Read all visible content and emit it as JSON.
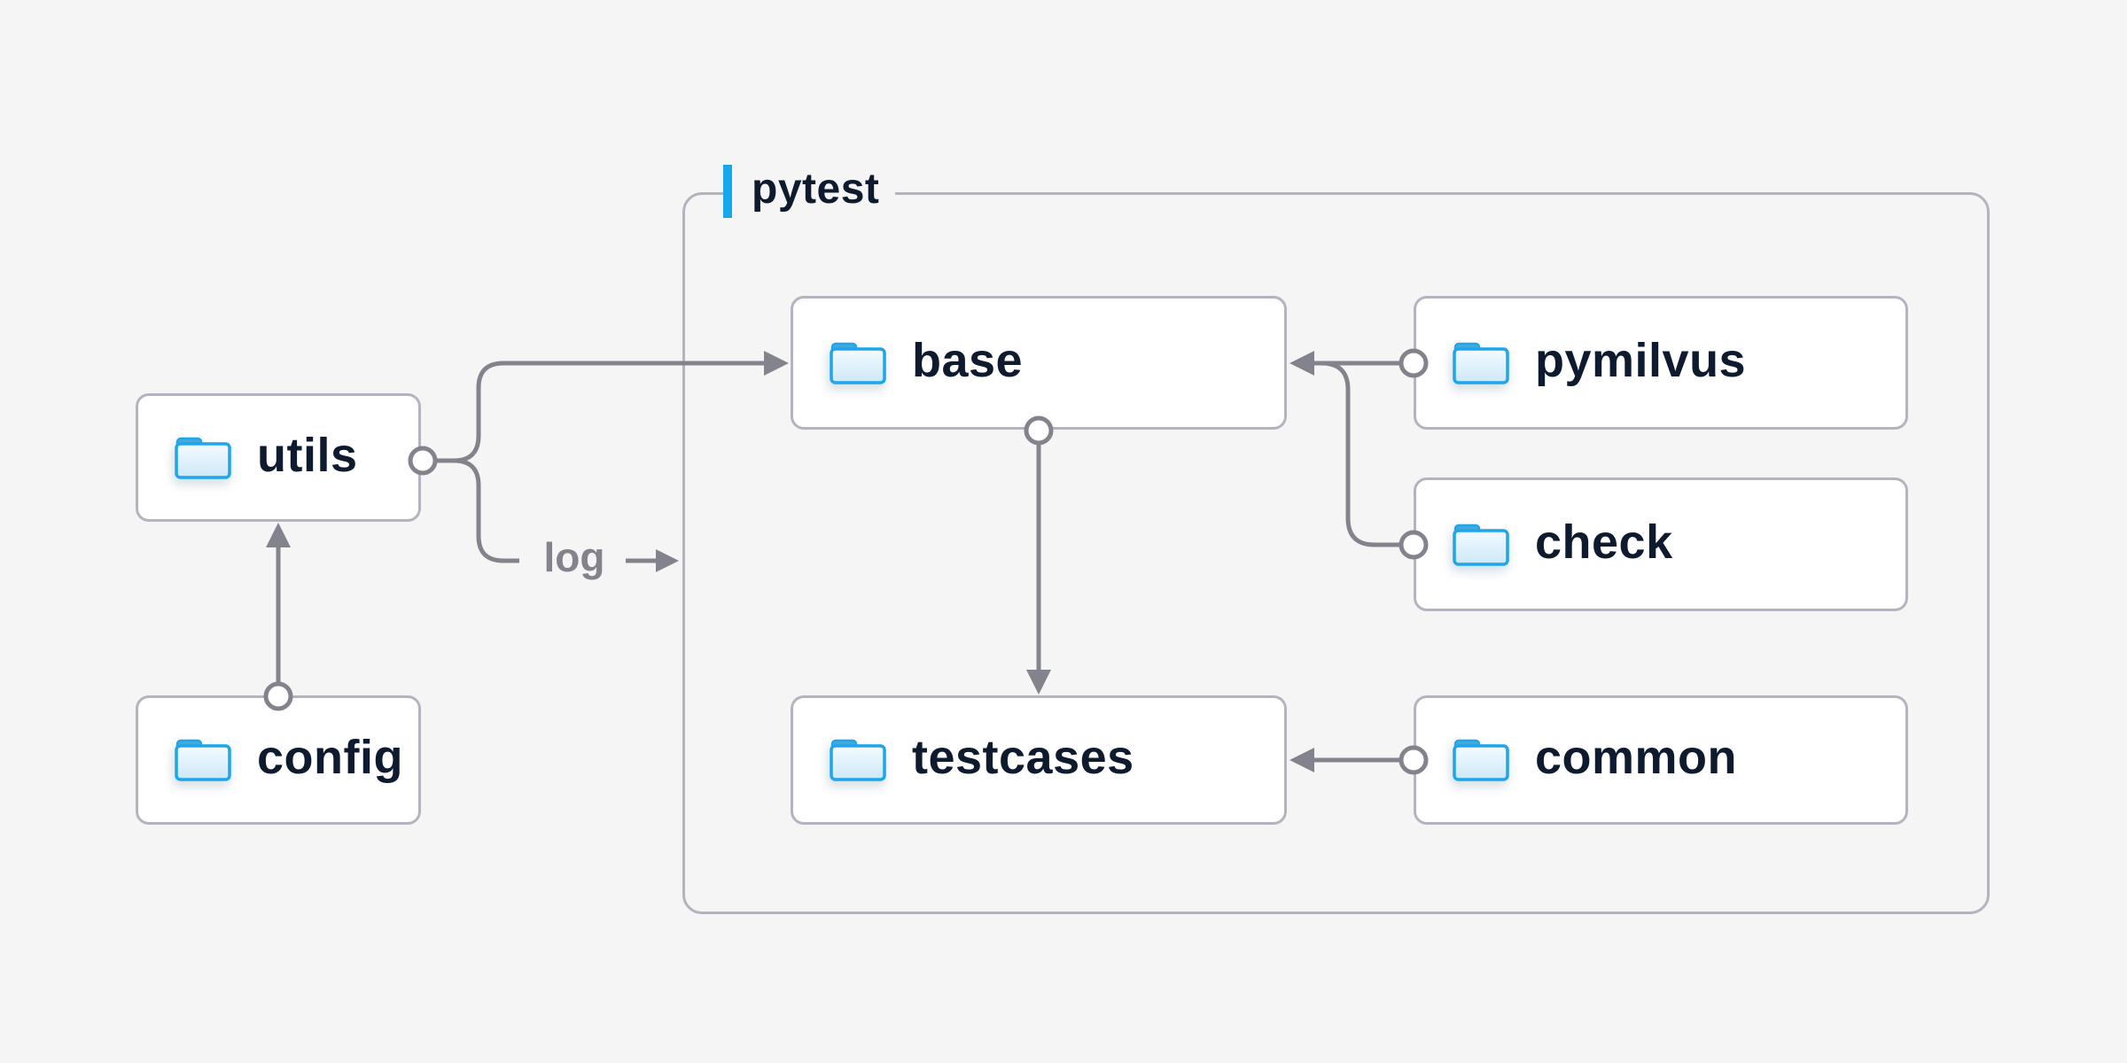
{
  "diagram": {
    "type": "architecture-folder-diagram",
    "container": {
      "label": "pytest",
      "accent_color": "#16a8ec"
    },
    "nodes": {
      "utils": {
        "label": "utils",
        "icon": "folder-icon"
      },
      "config": {
        "label": "config",
        "icon": "folder-icon"
      },
      "base": {
        "label": "base",
        "icon": "folder-icon"
      },
      "pymilvus": {
        "label": "pymilvus",
        "icon": "folder-icon"
      },
      "check": {
        "label": "check",
        "icon": "folder-icon"
      },
      "testcases": {
        "label": "testcases",
        "icon": "folder-icon"
      },
      "common": {
        "label": "common",
        "icon": "folder-icon"
      }
    },
    "edges": [
      {
        "from": "config",
        "to": "utils",
        "label": ""
      },
      {
        "from": "utils",
        "to": "base",
        "label": ""
      },
      {
        "from": "utils",
        "to": "pytest",
        "label": "log"
      },
      {
        "from": "pymilvus",
        "to": "base",
        "label": ""
      },
      {
        "from": "check",
        "to": "base",
        "label": ""
      },
      {
        "from": "base",
        "to": "testcases",
        "label": ""
      },
      {
        "from": "common",
        "to": "testcases",
        "label": ""
      }
    ],
    "edge_label_log": "log",
    "colors": {
      "background": "#f5f5f6",
      "node_fill": "#ffffff",
      "node_border": "#b4b4c0",
      "container_border": "#b4b4c0",
      "connector": "#83838d",
      "text": "#0e1a2e",
      "edge_label_text": "#83838d",
      "accent_blue": "#16a8ec",
      "folder_stroke": "#1ea6ea",
      "folder_tab": "#46a9dc",
      "folder_fill_top": "#f4fbff",
      "folder_fill_bottom": "#cde7f8"
    }
  }
}
